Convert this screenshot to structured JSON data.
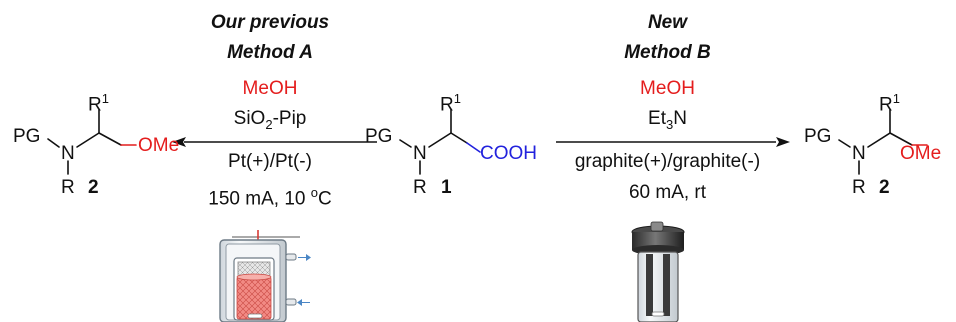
{
  "colors": {
    "ink": "#111111",
    "methoxy_red": "#e41d1d",
    "carboxyl_blue": "#2222dd",
    "reactor_liquid": "#f28a84",
    "arrow_blue": "#4a86c5"
  },
  "left_product": {
    "pg": "PG",
    "n": "N",
    "r": "R",
    "r1": "R",
    "r1_sup": "1",
    "ome": "OMe",
    "number": "2"
  },
  "middle_reactant": {
    "pg": "PG",
    "n": "N",
    "r": "R",
    "r1": "R",
    "r1_sup": "1",
    "cooh": "COOH",
    "number": "1"
  },
  "right_product": {
    "pg": "PG",
    "n": "N",
    "r": "R",
    "r1": "R",
    "r1_sup": "1",
    "ome": "OMe",
    "number": "2"
  },
  "method_a": {
    "title_line1": "Our previous",
    "title_line2": "Method A",
    "solvent": "MeOH",
    "reagent_main": "SiO",
    "reagent_sub": "2",
    "reagent_rest": "-Pip",
    "electrodes": "Pt(+)/Pt(-)",
    "current_temp": "150 mA, 10 ",
    "deg_sup": "o",
    "deg_unit": "C",
    "icon": "jacketed-cell-icon"
  },
  "method_b": {
    "title_line1": "New",
    "title_line2": "Method B",
    "solvent": "MeOH",
    "base_main": "Et",
    "base_sub": "3",
    "base_rest": "N",
    "electrodes": "graphite(+)/graphite(-)",
    "current_temp": "60 mA, rt",
    "icon": "undivided-cell-icon"
  }
}
